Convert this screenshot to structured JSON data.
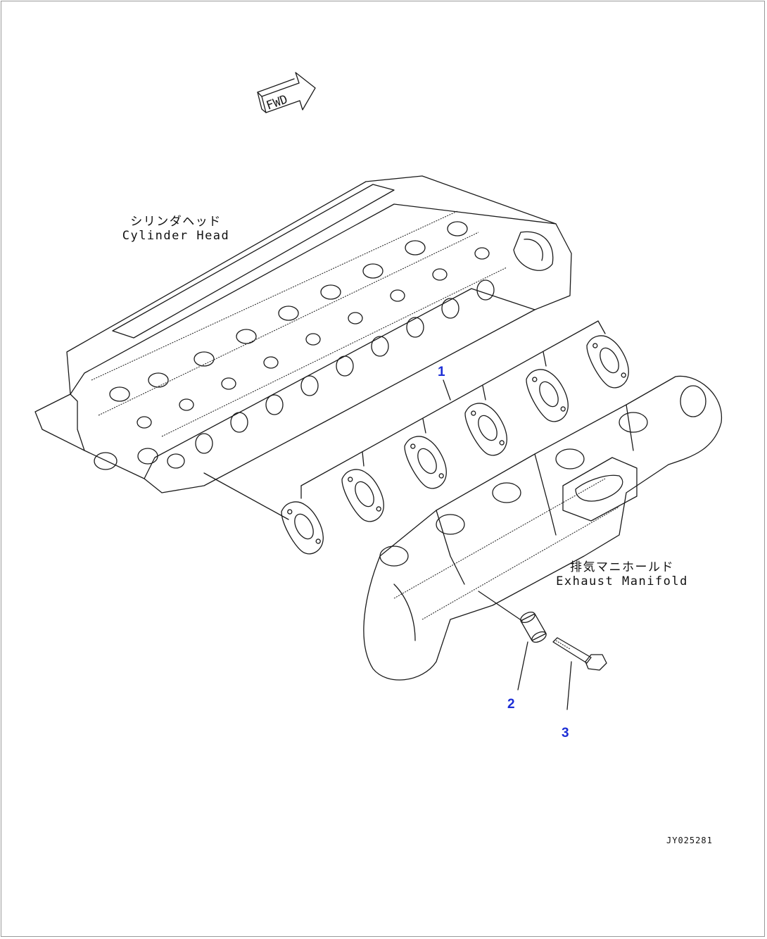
{
  "orientation_marker": {
    "text": "FWD"
  },
  "labels": {
    "cylinder_head": {
      "jp": "シリンダヘッド",
      "en": "Cylinder Head"
    },
    "exhaust_manifold": {
      "jp": "排気マニホールド",
      "en": "Exhaust Manifold"
    }
  },
  "callouts": [
    "1",
    "2",
    "3"
  ],
  "drawing_id": "JY025281",
  "colors": {
    "callout": "#1c2ed6",
    "line": "#1a1a1a"
  }
}
